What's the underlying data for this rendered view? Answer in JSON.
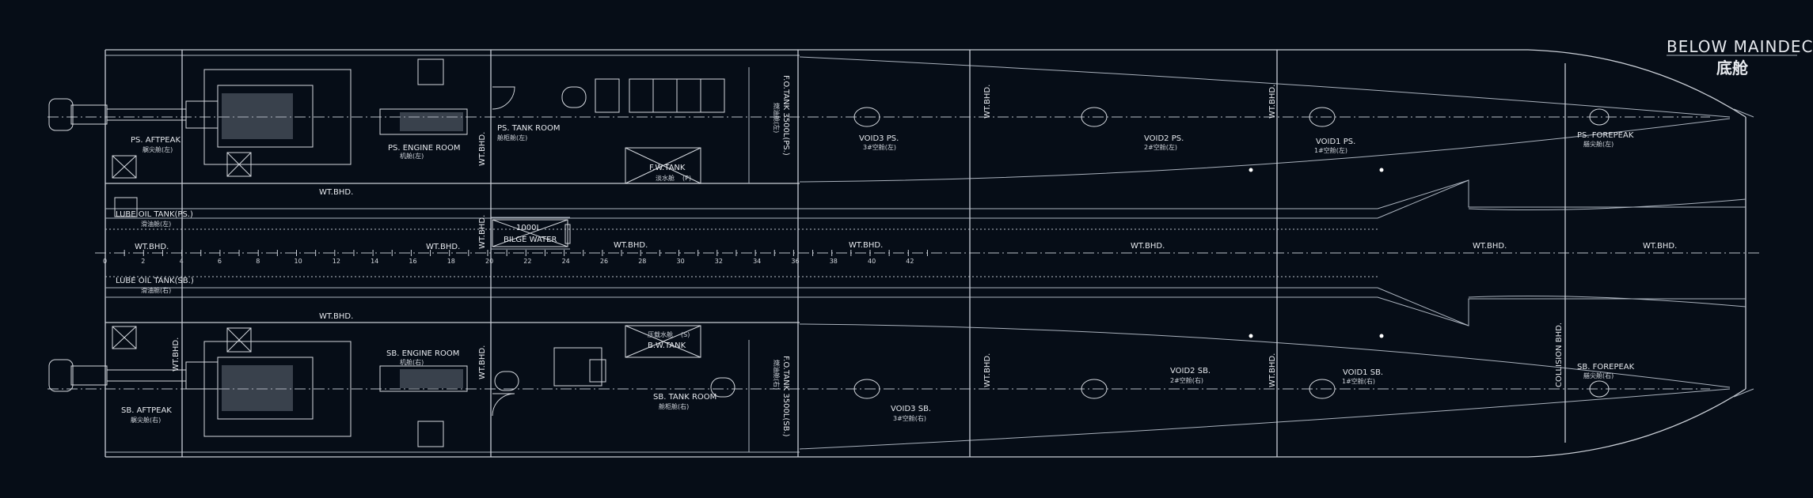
{
  "title": {
    "en": "BELOW MAINDECK",
    "cn": "底舱"
  },
  "compartments": {
    "ps_aftpeak": {
      "label": "PS. AFTPEAK",
      "sub": "艉尖舱(左)"
    },
    "sb_aftpeak": {
      "label": "SB. AFTPEAK",
      "sub": "艉尖舱(右)"
    },
    "ps_engine_room": {
      "label": "PS. ENGINE ROOM",
      "sub": "机舱(左)"
    },
    "sb_engine_room": {
      "label": "SB. ENGINE ROOM",
      "sub": "机舱(右)"
    },
    "ps_tank_room": {
      "label": "PS. TANK ROOM",
      "sub": "舱柜舱(左)"
    },
    "sb_tank_room": {
      "label": "SB. TANK ROOM",
      "sub": "舱柜舱(右)"
    },
    "ps_fw_tank": {
      "label": "F.W.TANK",
      "sub": "淡水舱",
      "extra": "(P)"
    },
    "sb_bw_tank": {
      "label": "B.W.TANK",
      "sub": "压载水舱",
      "extra": "(S)"
    },
    "ps_fo_tank": {
      "label": "F.O.TANK 3500L(PS.)",
      "sub": "燃油舱(左)"
    },
    "sb_fo_tank": {
      "label": "F.O.TANK 3500L(SB.)",
      "sub": "燃油舱(右)"
    },
    "void3_ps": {
      "label": "VOID3 PS.",
      "sub": "3#空舱(左)"
    },
    "void3_sb": {
      "label": "VOID3 SB.",
      "sub": "3#空舱(右)"
    },
    "void2_ps": {
      "label": "VOID2 PS.",
      "sub": "2#空舱(左)"
    },
    "void2_sb": {
      "label": "VOID2 SB.",
      "sub": "2#空舱(右)"
    },
    "void1_ps": {
      "label": "VOID1 PS.",
      "sub": "1#空舱(左)"
    },
    "void1_sb": {
      "label": "VOID1 SB.",
      "sub": "1#空舱(右)"
    },
    "ps_forepeak": {
      "label": "PS. FOREPEAK",
      "sub": "艏尖舱(左)"
    },
    "sb_forepeak": {
      "label": "SB. FOREPEAK",
      "sub": "艏尖舱(右)"
    },
    "lube_ps": {
      "label": "LUBE OIL TANK(PS.)",
      "sub": "滑油舱(左)"
    },
    "lube_sb": {
      "label": "LUBE OIL TANK(SB.)",
      "sub": "滑油舱(右)"
    },
    "bilge": {
      "label1": "1000L",
      "label2": "BILGE WATER"
    }
  },
  "bulkheads": {
    "wt": "WT.BHD.",
    "collision": "COLLISION BHD."
  },
  "frame_ticks": [
    "0",
    "2",
    "4",
    "6",
    "8",
    "10",
    "12",
    "14",
    "16",
    "18",
    "20",
    "22",
    "24",
    "26",
    "28",
    "30",
    "32",
    "34",
    "36",
    "38",
    "40",
    "42"
  ],
  "colors": {
    "background": "#060d17",
    "line": "#c9ced6"
  }
}
